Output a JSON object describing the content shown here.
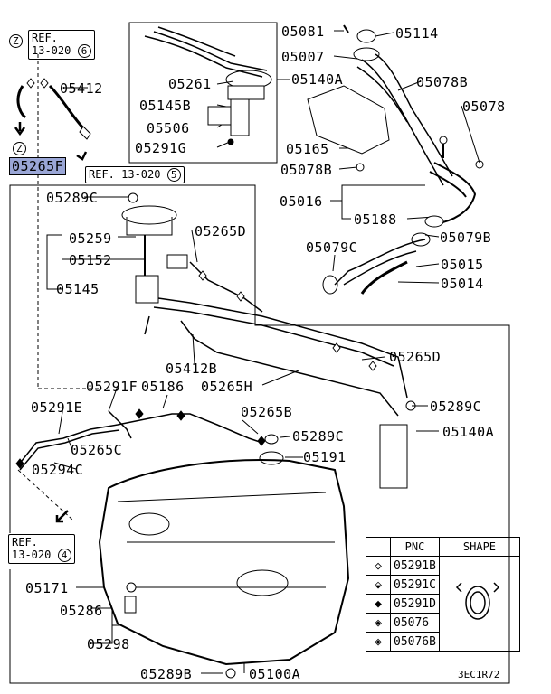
{
  "refs": {
    "z_top": "Z",
    "ref_top_label": "REF.",
    "ref_top_num": "13-020",
    "ref_top_circle": "6",
    "z_mid": "Z",
    "ref_mid_label": "REF. 13-020",
    "ref_mid_circle": "5",
    "ref_bot_label": "REF.",
    "ref_bot_num": "13-020",
    "ref_bot_circle": "4"
  },
  "labels": {
    "p05412": "05412",
    "p05265F": "05265F",
    "p05289C_a": "05289C",
    "p05259": "05259",
    "p05152": "05152",
    "p05145": "05145",
    "p05265D_a": "05265D",
    "p05412B": "05412B",
    "p05265H": "05265H",
    "p05265D_b": "05265D",
    "p05289C_b": "05289C",
    "p05140A_b": "05140A",
    "p05291F": "05291F",
    "p05186": "05186",
    "p05291E": "05291E",
    "p05265B": "05265B",
    "p05289C_c": "05289C",
    "p05265C": "05265C",
    "p05191": "05191",
    "p05294C": "05294C",
    "p05171": "05171",
    "p05286": "05286",
    "p05298": "05298",
    "p05289B": "05289B",
    "p05100A": "05100A",
    "p05261": "05261",
    "p05145B": "05145B",
    "p05506": "05506",
    "p05291G": "05291G",
    "p05140A_a": "05140A",
    "p05081": "05081",
    "p05114": "05114",
    "p05007": "05007",
    "p05078B_a": "05078B",
    "p05078": "05078",
    "p05165": "05165",
    "p05078B_b": "05078B",
    "p05016": "05016",
    "p05188": "05188",
    "p05079C": "05079C",
    "p05079B": "05079B",
    "p05015": "05015",
    "p05014": "05014"
  },
  "legend": {
    "header_pnc": "PNC",
    "header_shape": "SHAPE",
    "rows": [
      {
        "symbol": "◇",
        "pnc": "05291B"
      },
      {
        "symbol": "⬙",
        "pnc": "05291C"
      },
      {
        "symbol": "◆",
        "pnc": "05291D"
      },
      {
        "symbol": "◈",
        "pnc": "05076"
      },
      {
        "symbol": "◈",
        "pnc": "05076B"
      }
    ]
  },
  "footer_code": "3EC1R72",
  "colors": {
    "highlight": "#9aa6d6",
    "line": "#000000"
  }
}
